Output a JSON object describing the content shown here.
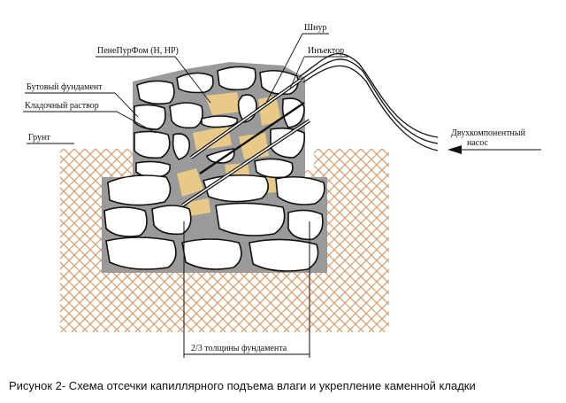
{
  "figure": {
    "caption": "Рисунок 2- Схема отсечки капиллярного подъема влаги и укрепление каменной кладки",
    "labels": {
      "shnur": "Шнур",
      "penepurfom": "ПенеПурФом (Н, НР)",
      "injector": "Инъектор",
      "butovy_fundament": "Бутовый фундамент",
      "kladochny_rastvor": "Кладочный раствор",
      "grunt": "Грунт",
      "pump_line1": "Двухкомпонентный",
      "pump_line2": "насос",
      "thickness": "2/3 толщины фундамента"
    },
    "colors": {
      "soil_hatch": "#d9a070",
      "stone_fill": "#ffffff",
      "mortar": "#9a9a9a",
      "resin": "#e8c987",
      "ink": "#111111"
    }
  }
}
